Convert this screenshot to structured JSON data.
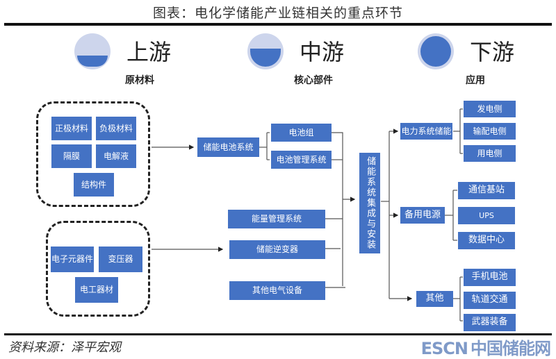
{
  "title": "图表：电化学储能产业链相关的重点环节",
  "stages": [
    {
      "name": "上游",
      "sub": "原材料",
      "fill_level": 0.35
    },
    {
      "name": "中游",
      "sub": "核心部件",
      "fill_level": 0.6
    },
    {
      "name": "下游",
      "sub": "应用",
      "fill_level": 1.0
    }
  ],
  "upstream": {
    "group1": [
      "正极材料",
      "负极材料",
      "隔膜",
      "电解液",
      "结构件"
    ],
    "group2": [
      "电子元器件",
      "变压器",
      "电工器材"
    ]
  },
  "midstream": {
    "battery_system": "储能电池系统",
    "battery_parts": [
      "电池组",
      "电池管理系统"
    ],
    "others": [
      "能量管理系统",
      "储能逆变器",
      "其他电气设备"
    ],
    "integration": "储能系统集成与安装"
  },
  "downstream": [
    {
      "category": "电力系统储能",
      "items": [
        "发电侧",
        "输配电侧",
        "用电侧"
      ]
    },
    {
      "category": "备用电源",
      "items": [
        "通信基站",
        "UPS",
        "数据中心"
      ]
    },
    {
      "category": "其他",
      "items": [
        "手机电池",
        "轨道交通",
        "武器装备"
      ]
    }
  ],
  "footer": {
    "source": "资料来源：泽平宏观",
    "watermark_en": "ESCN",
    "watermark_cn": "中国储能网"
  },
  "colors": {
    "box": "#4472c4",
    "circle_bg": "#cdd5ec",
    "line": "#555555"
  }
}
